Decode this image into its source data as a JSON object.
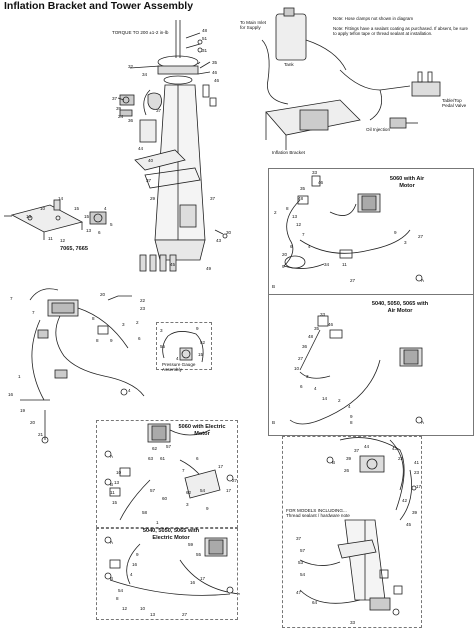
{
  "title": "Inflation Bracket and Tower Assembly",
  "torque_note": "TORQUE TO 200 ±1-2 in-lb",
  "labels": {
    "to_main_inlet": "To Main Inlet for Supply",
    "tank_label": "Tank",
    "oil_injection": "Oil Injection",
    "inflation_bracket": "Inflation Bracket",
    "table_top": "Table/Top Pedal Valve",
    "pressure_gauge": "Pressure Gauge Assembly",
    "pre_model_note": "FOR MODELS INCLUDING... Thread sealant / hardware note"
  },
  "notes": [
    "Note: Hose clamps not shown in diagram",
    "Note: Fittings have a sealant coating as purchased. If absent, be sure to apply teflon tape or thread sealant at installation."
  ],
  "models": {
    "m7065": "7065, 7665",
    "m5060_air": "5060 with Air Motor",
    "m5040_air": "5040, 5050, 5065 with Air Motor",
    "m5060_elec": "5060 with Electric Motor",
    "m5040_elec": "5040, 5050, 5065 with Electric Motor"
  },
  "callouts": {
    "tower": [
      "48",
      "51",
      "31",
      "35",
      "46",
      "46",
      "32",
      "34",
      "37",
      "39",
      "24",
      "36",
      "37",
      "44",
      "40",
      "37",
      "29",
      "37",
      "30",
      "43",
      "49",
      "45"
    ],
    "bracket": [
      "14",
      "15",
      "13",
      "10",
      "11",
      "12",
      "15",
      "13",
      "6",
      "4",
      "5"
    ],
    "left_valve": [
      "7",
      "20",
      "22",
      "23",
      "7",
      "8",
      "8",
      "9",
      "3",
      "2",
      "6",
      "1",
      "16",
      "19",
      "20",
      "21",
      "4"
    ],
    "gauge": [
      "3",
      "9",
      "55",
      "52",
      "4",
      "15"
    ],
    "air5060": [
      "33",
      "46",
      "35",
      "48",
      "8",
      "13",
      "12",
      "7",
      "6",
      "4",
      "2",
      "20",
      "9",
      "34",
      "11",
      "27",
      "9",
      "3",
      "27",
      "A",
      "B"
    ],
    "air5040": [
      "33",
      "46",
      "35",
      "48",
      "36",
      "27",
      "10",
      "3",
      "6",
      "4",
      "14",
      "2",
      "4",
      "9",
      "8",
      "A",
      "B"
    ],
    "elec5060": [
      "57",
      "62",
      "63",
      "61",
      "10",
      "13",
      "11",
      "15",
      "57",
      "60",
      "A",
      "B",
      "6",
      "7",
      "62",
      "54",
      "3",
      "9",
      "17",
      "17",
      "27",
      "1",
      "58"
    ],
    "elec5040": [
      "59",
      "55",
      "9",
      "16",
      "4",
      "54",
      "8",
      "12",
      "10",
      "13",
      "16",
      "17",
      "27",
      "A",
      "B"
    ],
    "tower_right": [
      "B",
      "26",
      "39",
      "37",
      "44",
      "43",
      "22",
      "41",
      "23",
      "17",
      "42",
      "39",
      "45",
      "37",
      "57",
      "53",
      "54",
      "47",
      "64",
      "33"
    ]
  }
}
